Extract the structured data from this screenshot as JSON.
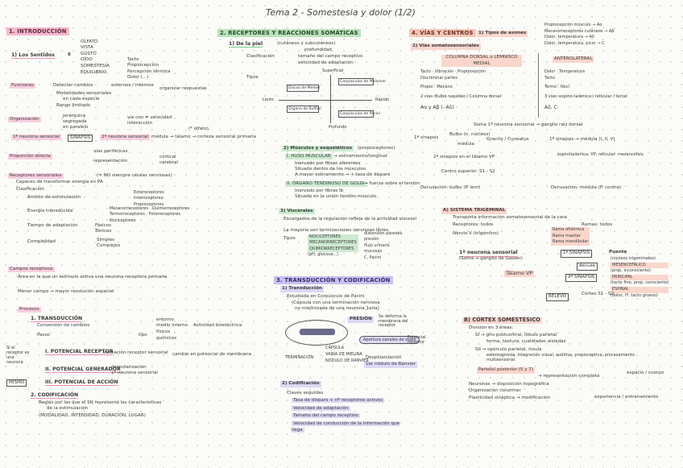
{
  "title": "Tema 2 - Somestesia y dolor (1/2)",
  "col1": {
    "h1": "1. INTRODUCCIÓN",
    "sentidos": {
      "label": "1) Los Sentidos",
      "num": "6",
      "items": [
        "OLFATO",
        "VISTA",
        "GUSTO",
        "OÍDO",
        "SOMESTESIA",
        "EQUILIBRIO"
      ],
      "somestesia": [
        "Tacto",
        "Propiocepción",
        "Percepción térmica",
        "Dolor (...)"
      ]
    },
    "funciones": {
      "label": "Funciones",
      "l1": "Detectar cambios",
      "l1b": "externos / internos",
      "l1c": "organizar respuestas",
      "l2": "Modalidades sensoriales",
      "l2b": "en cada especie",
      "l3": "Rango limitado"
    },
    "organizacion": {
      "label": "Organización",
      "a": "jerárquica",
      "b": "segregada",
      "c": "en paralelo",
      "d": "vía con ≠ velocidad",
      "e": "interacción",
      "olfato": "(* olfato)",
      "n1": "1ª neurona sensorial",
      "syn": "SINAPSIS",
      "n2": "2ª neurona sensorial",
      "chain": "médula → tálamo → corteza sensorial primaria"
    },
    "proporcion": {
      "label": "Proporción directa",
      "a": "vías periféricas",
      "b": "representación",
      "c": "cortical",
      "d": "cerebral"
    },
    "receptores": {
      "label": "Receptores sensoriales",
      "note": "(= NO siempre células nerviosas)",
      "l1": "Capaces de transformar energía en PA",
      "clasif": "Clasificación",
      "ambito": "Ámbito de estimulación",
      "ambito_opts": [
        "Exteroceptores",
        "Interoceptores",
        "Propioceptores"
      ],
      "energia": "Energía transducida",
      "energia_opts": [
        "Mecanorreceptores",
        "Quimiorreceptores",
        "Termorreceptores",
        "Fotorreceptores",
        "Nociceptores"
      ],
      "tiempo": "Tiempo de adaptación",
      "tiempo_opts": [
        "Fásicos",
        "Tónicos"
      ],
      "complejidad": "Complejidad",
      "complejidad_opts": [
        "Simples",
        "Complejos"
      ]
    },
    "campos": {
      "label": "Campos receptivos",
      "l1": "Área en la que un estímulo activa una neurona receptora primaria",
      "l2": "Menor campo → mayor resolución espacial"
    },
    "procesos": {
      "label": "Procesos",
      "transduccion": "1. TRANSDUCCIÓN",
      "t1": "Conversión de cambios",
      "t1a": "entorno",
      "t1b": "medio interno",
      "t1c": "Actividad bioeléctrica",
      "t2": "Pasos",
      "t2a": "tipo",
      "t2b": "físicos",
      "t2c": "químicos",
      "side": "Si el receptor es una neurona",
      "mismo": "MISMO",
      "pot_rec": "I. POTENCIAL RECEPTOR",
      "pot_rec_a": "excitación receptor sensorial",
      "pot_rec_b": "cambio en potencial de membrana",
      "pot_gen": "II. POTENCIAL GENERADOR",
      "pot_gen_a": "despolarización",
      "pot_gen_b": "1ª neurona sensorial",
      "pot_acc": "III. POTENCIAL DE ACCIÓN",
      "codif": "2. CODIFICACIÓN",
      "codif1": "Reglas por las que el SN representa las características",
      "codif2": "de la estimulación",
      "codif3": "(MODALIDAD, INTENSIDAD, DURACIÓN, LUGAR)"
    }
  },
  "col2": {
    "h2": "2. RECEPTORES Y REACCIONES SOMÁTICAS",
    "piel": {
      "label": "1) De la piel",
      "sub": "(cutáneos y subcutáneos)",
      "clasif": "Clasificación",
      "c1": "profundidad",
      "c2": "tamaño del campo receptivo",
      "c3": "velocidad de adaptación",
      "tipos": "Tipos",
      "diagram": {
        "superficial": "Superficial",
        "profundo": "Profundo",
        "lento": "Lento",
        "rapido": "Rápido",
        "merkel": "Discos de Merkel",
        "meissner": "Corpúsculos de Meissner",
        "ruffini": "Órgano de Ruffini",
        "pacini": "Corpúsculos de Pacini"
      }
    },
    "musculos": {
      "label": "2) Músculos y esqueléticos",
      "sub": "(propioceptores)",
      "huso": "I. HUSO MUSCULAR",
      "huso_a": "→ estiramiento/longitud",
      "h1": "Inervado por fibras aferentes",
      "h2": "Situado dentro de los músculos",
      "h3": "A mayor estiramiento → + tasa de disparo",
      "golgi": "II. ÓRGANO TENDINOSO DE GOLGI",
      "golgi_a": "→ fuerza sobre el tendón",
      "g1": "Inervado por fibras Ib",
      "g2": "Situado en la unión tendón-músculo"
    },
    "visceras": {
      "label": "3) Viscerales",
      "v1": "Encargados de la regulación refleja de la actividad visceral",
      "v2": "La mayoría son terminaciones nerviosas libres",
      "tipos": "Tipos",
      "t": [
        "NOCICEPTORES",
        "MECANORRECEPTORES",
        "QUIMIORRECEPTORES"
      ],
      "t_extra": "(pH, glucosa...)",
      "right": [
        "distensión paredes",
        "presión",
        "flujo urinario",
        "mucosas",
        "C. Pacini"
      ]
    },
    "h3": "3. TRANSDUCCIÓN Y CODIFICACIÓN",
    "transd": {
      "label": "1) Transducción",
      "l1": "Estudiada en Corpúsculo de Pacini",
      "l2": "(Cápsula con una terminación nerviosa",
      "l3": "no mielinizada de una neurona 1aria)",
      "presion": "PRESIÓN",
      "presion_b": "Se deforma la membrana del receptor",
      "canal": "Apertura canales de sodio",
      "potrec": "Potencial receptor",
      "nodo": "1er nódulo de Ranvier",
      "despol": "Despolarización",
      "termina": "TERMINACIÓN",
      "capsula": "CÁPSULA",
      "mielina": "VAINA DE MIELINA",
      "nodo2": "NÓDULO DE RANVIER"
    },
    "codif": {
      "label": "2) Codificación",
      "l1": "Claves seguidas",
      "items": [
        "Tasa de disparo + nº receptores activos",
        "Velocidad de adaptación",
        "Tamaño del campo receptivo",
        "Velocidad de conducción de la información que llega"
      ]
    }
  },
  "col3": {
    "h4": "4. VÍAS Y CENTROS",
    "tipos_axon": "1) Tipos de axones",
    "axon_list": [
      "Propiocepción músculo → Aα",
      "Mecanorreceptores cutáneos → Aβ",
      "Dolor, temperatura → Aδ",
      "Dolor, temperatura, picor → C"
    ],
    "vias": "2) Vías somatosensoriales",
    "t_col1": "COLUMNA DORSAL o LEMNISCO MEDIAL",
    "t_col2": "ANTEROLATERAL",
    "t_rows": [
      [
        "Tacto · Vibración · Propiocepción",
        "Dolor · Temperatura"
      ],
      [
        "Discriminar partes",
        "Tacto"
      ],
      [
        "Propio · Mecano",
        "Termo · Noci"
      ],
      [
        "2 vías: Bulbo raquídeo / Columna dorsal",
        "3 vías: espino-talámica / reticular / tectal"
      ],
      [
        "Aα y Aβ (- Aδ)",
        "Aδ, C"
      ]
    ],
    "soma": "Soma 1ª neurona sensorial → ganglio raíz dorsal",
    "sin1_label": "1ª sinapsis",
    "sin1_a": "Bulbo (n. núcleos)",
    "sin1_b": "Gracilis / Cuneatus",
    "sin1_c": "médula",
    "sin1_d": "1ª sinapsis → médula (I, II, V)",
    "sin2_label": "2ª sinapsis en el tálamo VP",
    "sin2_b": "espinotalámica: VP; reticular: mesencéfalo",
    "centro": "Centro superior: S1 - S2",
    "decus": "Decusación: bulbo (P. lem)",
    "decus2": "Decusación: médula (P. contra)",
    "trig": "A) SISTEMA TRIGEMINAL",
    "trig_l1": "Transporta información somatosensorial de la cara",
    "trig_l2": "Receptores: todos",
    "trig_l2b": "Ramas: todos",
    "trig_l3": "Nervio V (trigémino)",
    "trig_r": [
      "Rama oftálmica",
      "Rama maxilar",
      "Rama mandibular"
    ],
    "trig_n1": "1ª neurona sensorial",
    "trig_n1b": "(Soma → ganglio de Gasser)",
    "trig_s1": "1ª SINAPSIS",
    "puente": "Puente",
    "puente_list": [
      "(núcleos trigeminales)",
      "MESENCEFÁLICO",
      "(prop. inconsciente)",
      "PRINCIPAL",
      "(tacto fino, prop. consciente)",
      "ESPINAL",
      "(dolor, tª, tacto grueso)"
    ],
    "decusa": "decusa",
    "talamo": "Tálamo VP",
    "s2": "2ª SINAPSIS",
    "relevo": "RELEVO",
    "cortex": "Córtex S1 - S2",
    "bcortex": "B) CÓRTEX SOMESTÉSICO",
    "b1": "División en 3 áreas:",
    "b1a": "SI → giro postcentral, lóbulo parietal",
    "b1b": "forma, textura, cualidades aisladas",
    "b1c": "SII → opérculo parietal, ínsula",
    "b1d": "estereognosia, integración visual, auditiva, propioceptiva, procesamiento multisensorial",
    "b2": "Parietal posterior (5 y 7)",
    "b2a": "→ representación completa",
    "b2b": "espacio / cuerpo",
    "b3": "Neuronas → disposición topográfica",
    "b4": "Organización columnar",
    "b5": "Plasticidad sináptica → modificación",
    "b5b": "experiencia / entrenamiento"
  }
}
